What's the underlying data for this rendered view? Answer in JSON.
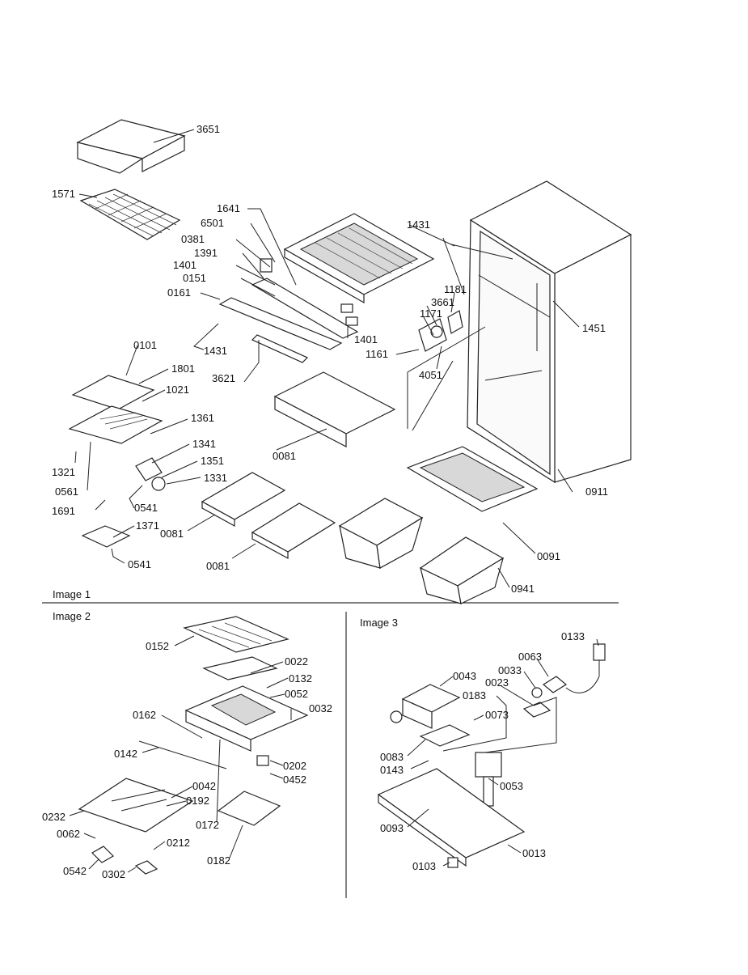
{
  "sections": [
    {
      "title": "Image 1"
    },
    {
      "title": "Image 2"
    },
    {
      "title": "Image 3"
    }
  ],
  "image1_labels": [
    "3651",
    "1571",
    "1641",
    "6501",
    "0381",
    "1391",
    "1401",
    "0151",
    "0161",
    "1431",
    "3621",
    "1431",
    "1181",
    "3661",
    "1171",
    "1401",
    "1161",
    "4051",
    "1451",
    "0101",
    "1801",
    "1021",
    "1361",
    "1341",
    "1351",
    "1331",
    "1321",
    "0561",
    "0541",
    "1691",
    "0081",
    "0081",
    "0081",
    "1371",
    "0541",
    "0911",
    "0091",
    "0941"
  ],
  "image2_labels": [
    "0152",
    "0022",
    "0132",
    "0052",
    "0032",
    "0162",
    "0142",
    "0202",
    "0452",
    "0042",
    "0192",
    "0232",
    "0172",
    "0062",
    "0212",
    "0542",
    "0302",
    "0182"
  ],
  "image3_labels": [
    "0133",
    "0063",
    "0033",
    "0043",
    "0023",
    "0183",
    "0073",
    "0083",
    "0143",
    "0053",
    "0093",
    "0013",
    "0103"
  ]
}
